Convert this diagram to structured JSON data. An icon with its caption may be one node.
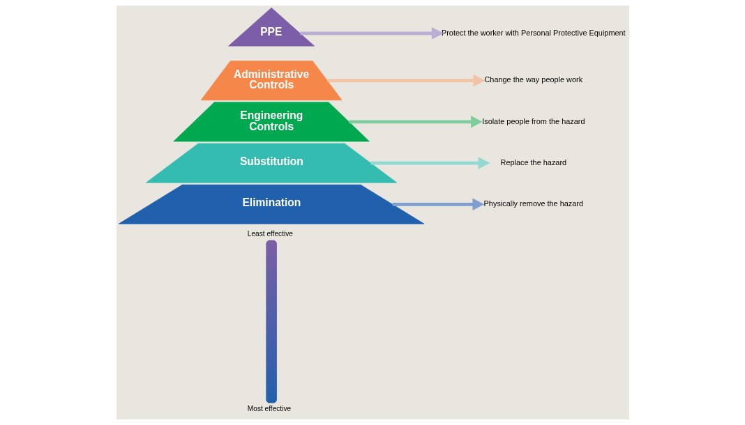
{
  "diagram": {
    "nodes": [
      {
        "text": [
          "PPE"
        ]
      },
      {
        "text": [
          "Protect the worker with Personal Protective Equipment"
        ]
      },
      {
        "text": [
          "Administrative Controls"
        ]
      },
      {
        "text": [
          "Change the way people work"
        ]
      },
      {
        "text": [
          "Engineering Controls"
        ]
      },
      {
        "text": [
          "Isolate people from the hazard"
        ]
      },
      {
        "text": [
          "Substitution"
        ]
      },
      {
        "text": [
          "Replace the hazard"
        ]
      },
      {
        "text": [
          "Elimination"
        ]
      },
      {
        "text": [
          "Physically remove the hazard"
        ]
      },
      {
        "text": [],
        "shape": "bar",
        "beside": [
          "Least effective",
          "Most effective"
        ]
      }
    ],
    "edges": [
      {
        "from": 0,
        "to": 1,
        "arrow": "to",
        "color": "#b9aed3"
      },
      {
        "from": 2,
        "to": 3,
        "arrow": "to",
        "color": "#f2c3a6"
      },
      {
        "from": 4,
        "to": 5,
        "arrow": "to",
        "color": "#7fcc9d"
      },
      {
        "from": 6,
        "to": 7,
        "arrow": "to",
        "color": "#93d8d1"
      },
      {
        "from": 8,
        "to": 9,
        "arrow": "to",
        "color": "#7f9fcf"
      }
    ]
  }
}
